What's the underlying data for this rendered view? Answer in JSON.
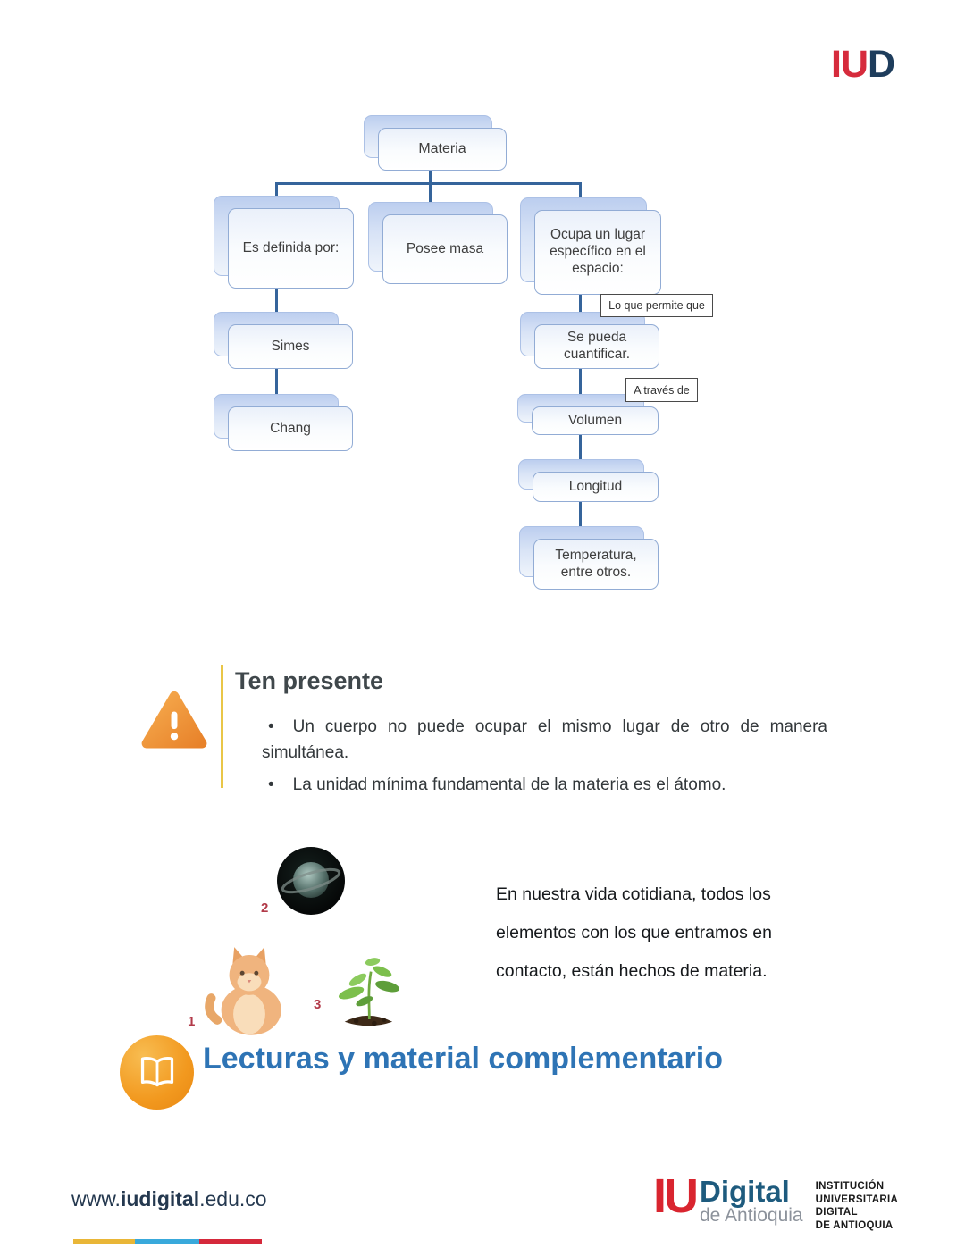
{
  "header": {
    "logo": {
      "iu": "IU",
      "d": "D"
    }
  },
  "diagram": {
    "nodes": {
      "materia": "Materia",
      "es_definida": "Es definida por:",
      "posee_masa": "Posee masa",
      "ocupa": "Ocupa un lugar específico en el espacio:",
      "simes": "Simes",
      "chang": "Chang",
      "se_pueda": "Se pueda cuantificar.",
      "volumen": "Volumen",
      "longitud": "Longitud",
      "temperatura": "Temperatura, entre otros."
    },
    "connector_labels": {
      "lo_que_permite": "Lo que permite que",
      "a_traves": "A través de"
    },
    "colors": {
      "connector": "#35649B",
      "node_border": "#92ACD5",
      "node_back": "#BCCEEF"
    }
  },
  "ten_presente": {
    "title": "Ten presente",
    "bullet_char": "•",
    "bullets": [
      "Un cuerpo no puede ocupar el mismo lugar de otro de manera simultánea.",
      "La unidad mínima fundamental de la materia es el átomo."
    ],
    "accent_color": "#E9C647",
    "icon": "warning-triangle-icon",
    "icon_color": "#ED9432"
  },
  "figures": {
    "items": [
      {
        "label": "1",
        "name": "cat-image"
      },
      {
        "label": "2",
        "name": "planet-image"
      },
      {
        "label": "3",
        "name": "plant-image"
      }
    ],
    "label_color": "#B23A49"
  },
  "paragraph": {
    "line1": "En nuestra vida cotidiana, todos los",
    "line2": "elementos con los que entramos en",
    "line3": "contacto, están hechos de materia."
  },
  "lecturas": {
    "title": "Lecturas y material complementario",
    "icon": "open-book-icon",
    "title_color": "#2E74B5",
    "icon_color": "#F2991F"
  },
  "footer": {
    "url": {
      "prefix": "www.",
      "bold": "iudigital",
      "suffix": ".edu.co"
    },
    "logo": {
      "iu": "IU",
      "digital": "Digital",
      "subtitle": "de Antioquia",
      "right_lines": [
        "INSTITUCIÓN",
        "UNIVERSITARIA",
        "DIGITAL",
        "DE ANTIOQUIA"
      ],
      "iu_color": "#D9252F",
      "digital_color": "#1E5B7E"
    },
    "bar_colors": [
      "#E9B637",
      "#39A9DB",
      "#D5293B"
    ]
  }
}
